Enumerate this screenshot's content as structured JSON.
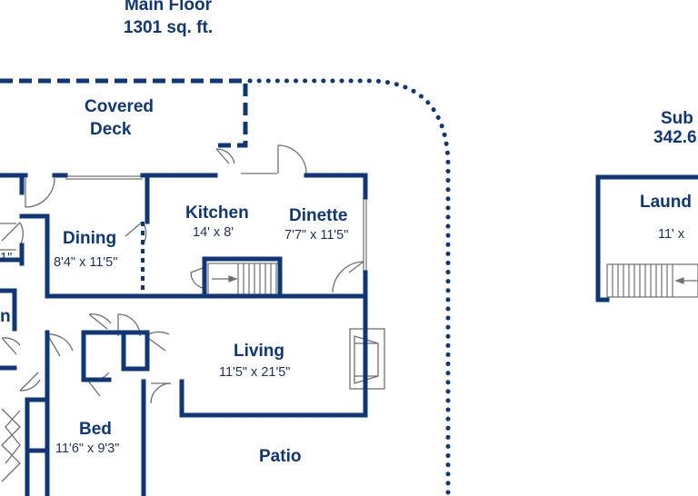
{
  "colors": {
    "wall": "#0f3778",
    "line": "#8a8a8a",
    "background": "#ffffff"
  },
  "title": {
    "line1": "Main Floor",
    "line2": "1301 sq. ft."
  },
  "subfloor": {
    "line1": "Sub",
    "line2": "342.6"
  },
  "rooms": {
    "covered_deck": {
      "line1": "Covered",
      "line2": "Deck"
    },
    "kitchen": {
      "name": "Kitchen",
      "dims": "14' x 8'"
    },
    "dinette": {
      "name": "Dinette",
      "dims": "7'7\" x 11'5\""
    },
    "dining": {
      "name": "Dining",
      "dims": "8'4\" x 11'5\""
    },
    "living": {
      "name": "Living",
      "dims": "11'5\" x 21'5\""
    },
    "bed": {
      "name": "Bed",
      "dims": "11'6\" x 9'3\""
    },
    "patio": {
      "name": "Patio"
    },
    "laundry": {
      "name": "Laund",
      "dims": "11' x"
    },
    "left_fragment": {
      "dims": "1\"",
      "name": "n"
    }
  }
}
